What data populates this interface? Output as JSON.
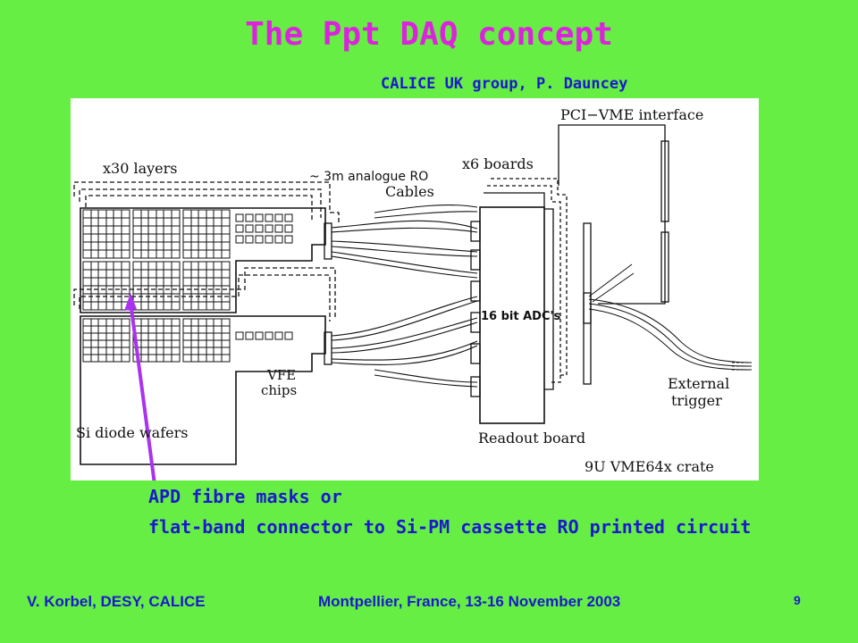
{
  "slide": {
    "title": "The Ppt DAQ concept",
    "subtitle": "CALICE UK group, P. Dauncey",
    "page_number": "9"
  },
  "diagram": {
    "labels": {
      "pci_vme": "PCI−VME interface",
      "boards": "x6 boards",
      "layers": "x30 layers",
      "analogue_ro": "~ 3m analogue RO",
      "cables": "Cables",
      "adc": "16 bit ADC's",
      "vfe": "VFE",
      "chips": "chips",
      "si_wafers": "Si diode wafers",
      "readout_board": "Readout board",
      "external": "External",
      "trigger": "trigger",
      "crate": "9U VME64x crate"
    }
  },
  "caption": {
    "line1": "APD fibre masks or",
    "line2": "flat-band connector to Si-PM cassette RO printed circuit"
  },
  "footer": {
    "left": "V. Korbel, DESY, CALICE",
    "center": "Montpellier, France, 13-16 November 2003"
  },
  "colors": {
    "background": "#66ee44",
    "title": "#dd22dd",
    "text": "#1a1acc",
    "arrow": "#aa33ee"
  }
}
